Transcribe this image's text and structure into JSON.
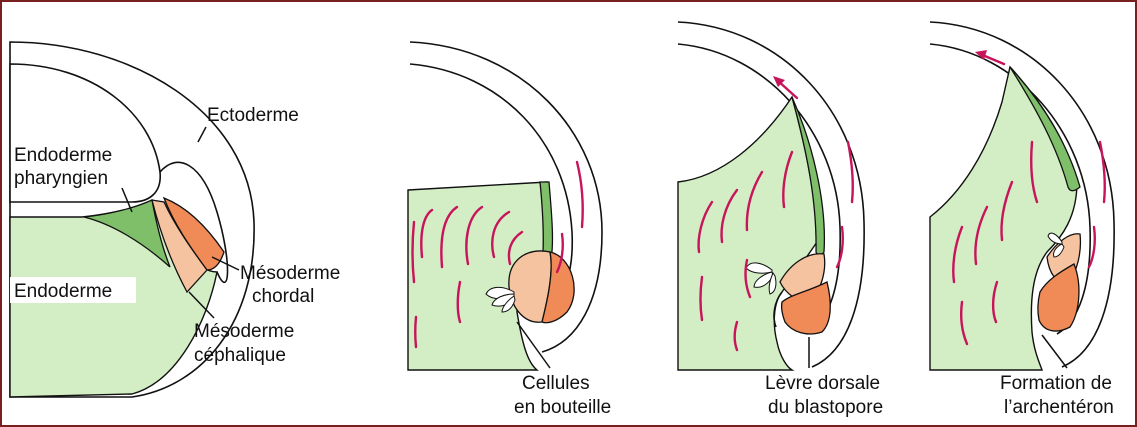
{
  "colors": {
    "frame": "#7a1f1f",
    "ectoderm": "#ffffff",
    "endoderm": "#d3edc4",
    "pharyngeal_endoderm": "#7fbf6a",
    "chordal_mesoderm": "#f08a57",
    "cephalic_mesoderm": "#f6c3a0",
    "movement_arrows": "#c8145a"
  },
  "labels": {
    "ectoderme": "Ectoderme",
    "endoderme_pharyngien_1": "Endoderme",
    "endoderme_pharyngien_2": "pharyngien",
    "endoderme": "Endoderme",
    "mesoderme_chordal_1": "Mésoderme",
    "mesoderme_chordal_2": "chordal",
    "mesoderme_cephalique_1": "Mésoderme",
    "mesoderme_cephalique_2": "céphalique",
    "cellules_bouteille_1": "Cellules",
    "cellules_bouteille_2": "en bouteille",
    "levre_dorsale_1": "Lèvre dorsale",
    "levre_dorsale_2": "du blastopore",
    "formation_archenteron_1": "Formation de",
    "formation_archenteron_2": "l’archentéron"
  }
}
